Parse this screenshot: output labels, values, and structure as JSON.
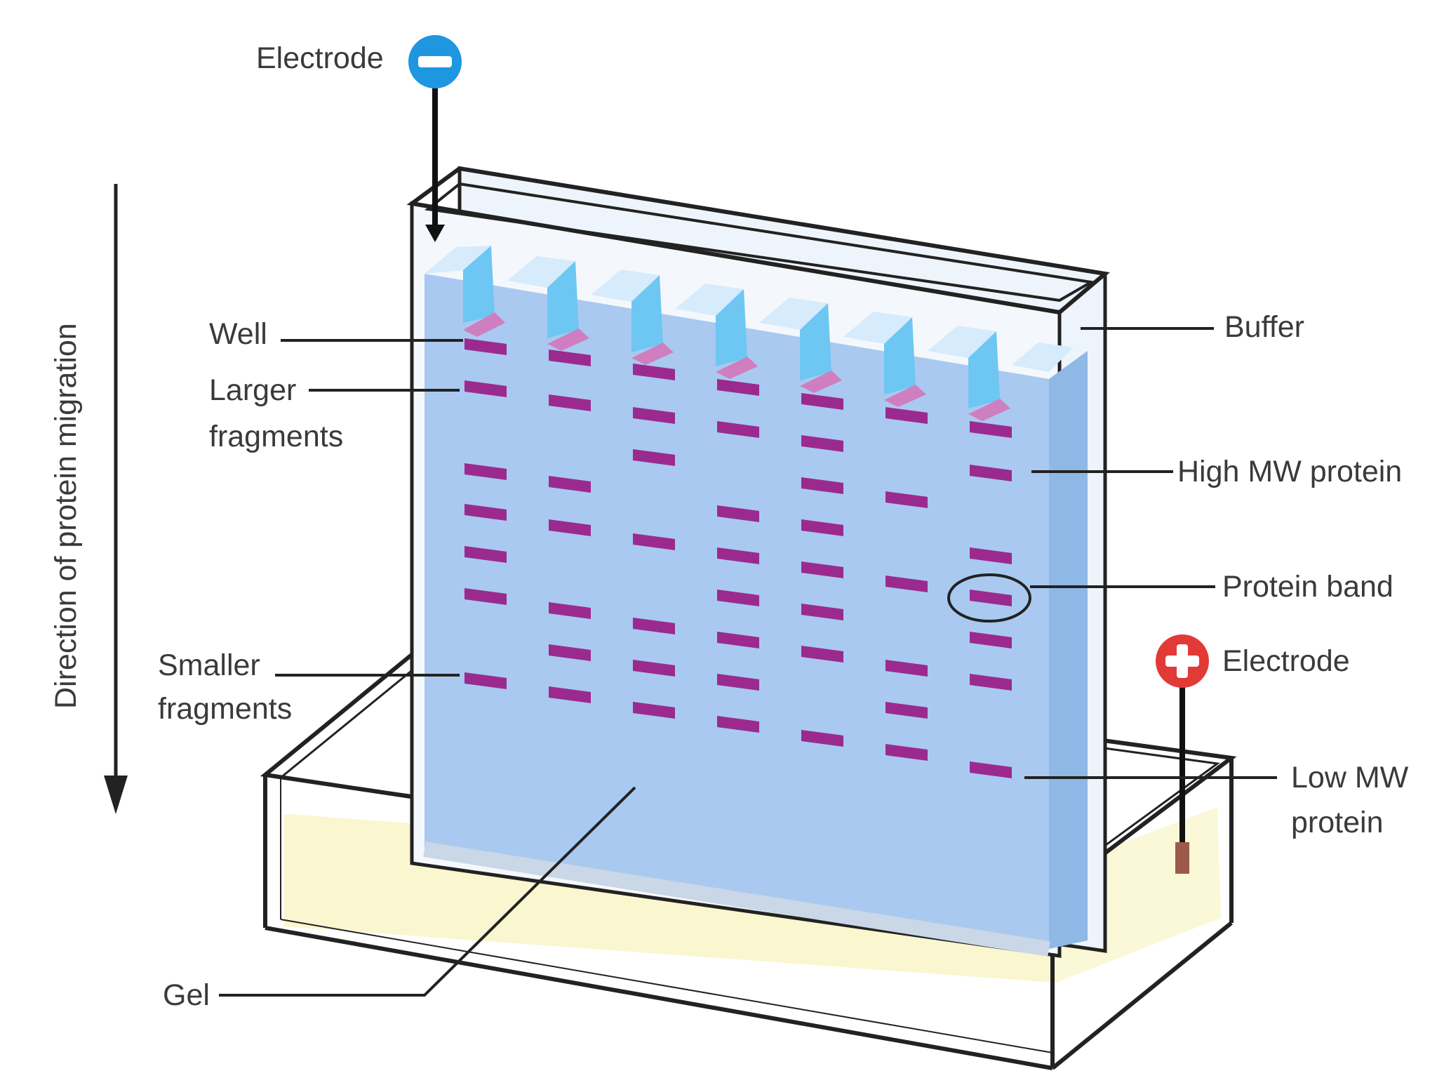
{
  "labels": {
    "electrode_top": "Electrode",
    "direction": "Direction of protein migration",
    "well": "Well",
    "larger_1": "Larger",
    "larger_2": "fragments",
    "smaller_1": "Smaller",
    "smaller_2": "fragments",
    "gel": "Gel",
    "buffer": "Buffer",
    "high_mw": "High MW protein",
    "protein_band": "Protein band",
    "electrode_bottom": "Electrode",
    "low_mw_1": "Low MW",
    "low_mw_2": "protein"
  },
  "colors": {
    "gel": "#a9c9f0",
    "gel_side": "#8fb8e6",
    "comb": "#d6ebfb",
    "comb_side": "#6ec6f3",
    "band": "#9b2a8f",
    "well_fill": "#cf7fbf",
    "buffer_tank": "#fbf8d8",
    "negative_electrode": "#1e96e0",
    "positive_electrode": "#e23a36",
    "outline": "#222222"
  },
  "icons": {
    "negative": "minus-electrode-icon",
    "positive": "plus-electrode-icon"
  }
}
